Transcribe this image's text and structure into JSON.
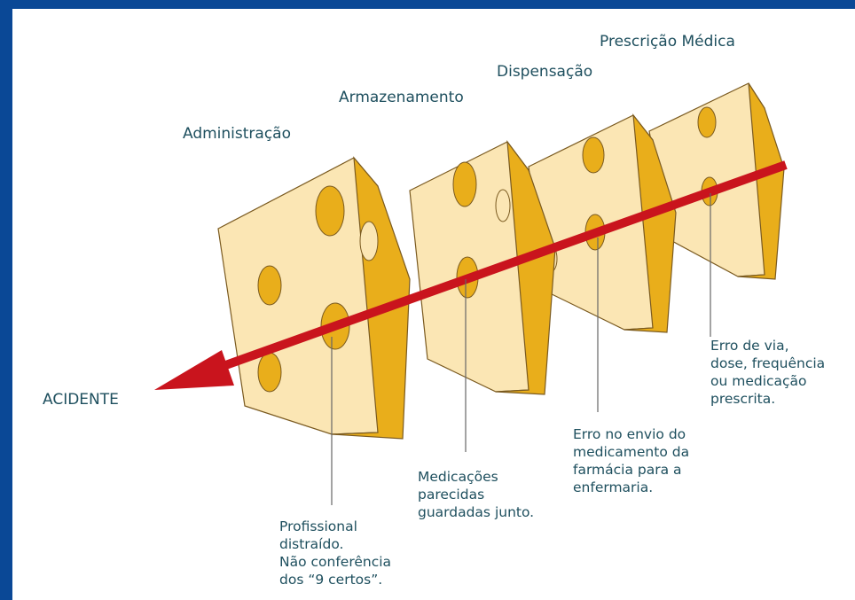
{
  "layers": {
    "prescricao": "Prescrição Médica",
    "dispensacao": "Dispensação",
    "armazenamento": "Armazenamento",
    "administracao": "Administração"
  },
  "outcome": "ACIDENTE",
  "notes": {
    "administracao": "Profissional\ndistraído.\nNão conferência\ndos “9 certos”.",
    "armazenamento": "Medicações\nparecidas\nguardadas junto.",
    "dispensacao": "Erro no envio do\nmedicamento da\nfarmácia para a\nenfermaria.",
    "prescricao": "Erro de via,\ndose, frequência\nou medicação\nprescrita."
  },
  "colors": {
    "border": "#0a4896",
    "cheese_face": "#fbe6b4",
    "cheese_side": "#e9ae1b",
    "arrow": "#c9141d",
    "text": "#1e4f5e"
  }
}
